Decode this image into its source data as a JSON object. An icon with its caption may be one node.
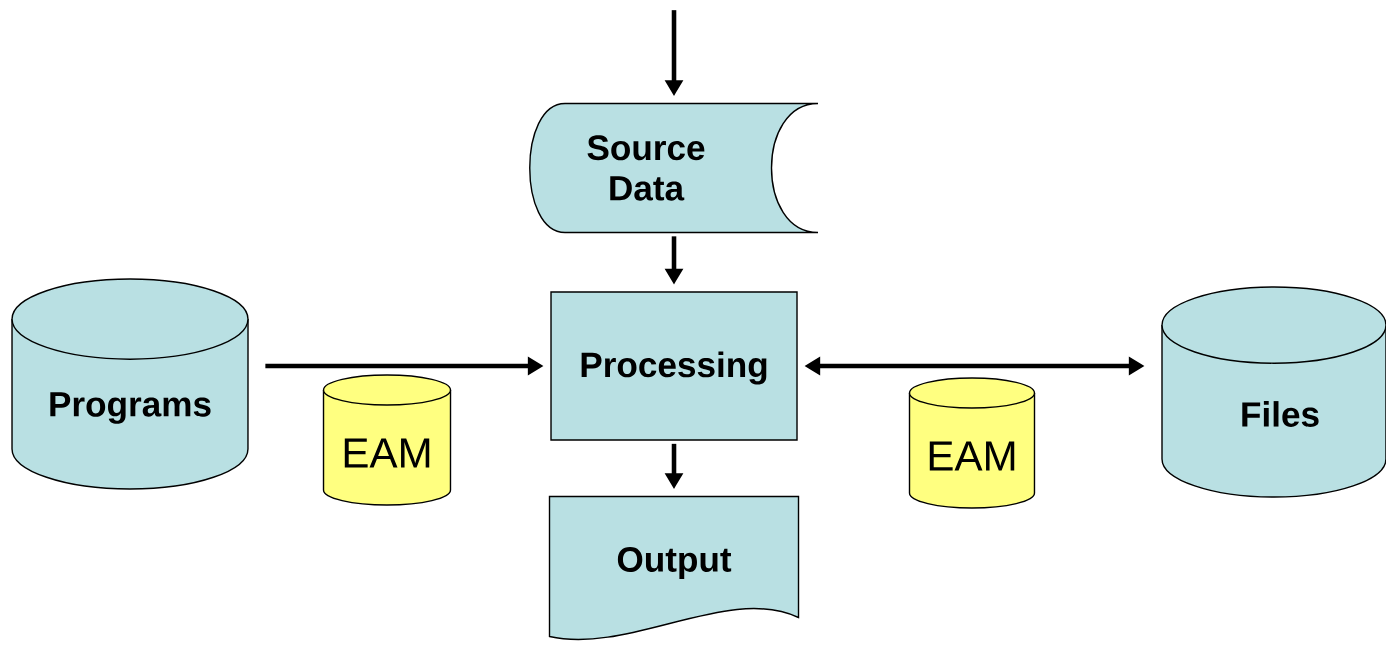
{
  "diagram": {
    "nodes": [
      {
        "text": [
          "Source Data"
        ]
      },
      {
        "text": [
          "Programs"
        ]
      },
      {
        "text": [
          "Processing"
        ]
      },
      {
        "text": [
          "Files"
        ]
      },
      {
        "text": [
          "EAM"
        ]
      },
      {
        "text": [
          "EAM"
        ]
      },
      {
        "text": [
          "Output"
        ]
      }
    ],
    "edges": [
      {
        "from": null,
        "to": 0,
        "arrow": "to"
      },
      {
        "from": 0,
        "to": 2,
        "arrow": "to"
      },
      {
        "from": 1,
        "to": 2,
        "arrow": "to"
      },
      {
        "from": 2,
        "to": 3,
        "arrow": "both"
      },
      {
        "from": 2,
        "to": 6,
        "arrow": "to"
      }
    ]
  }
}
